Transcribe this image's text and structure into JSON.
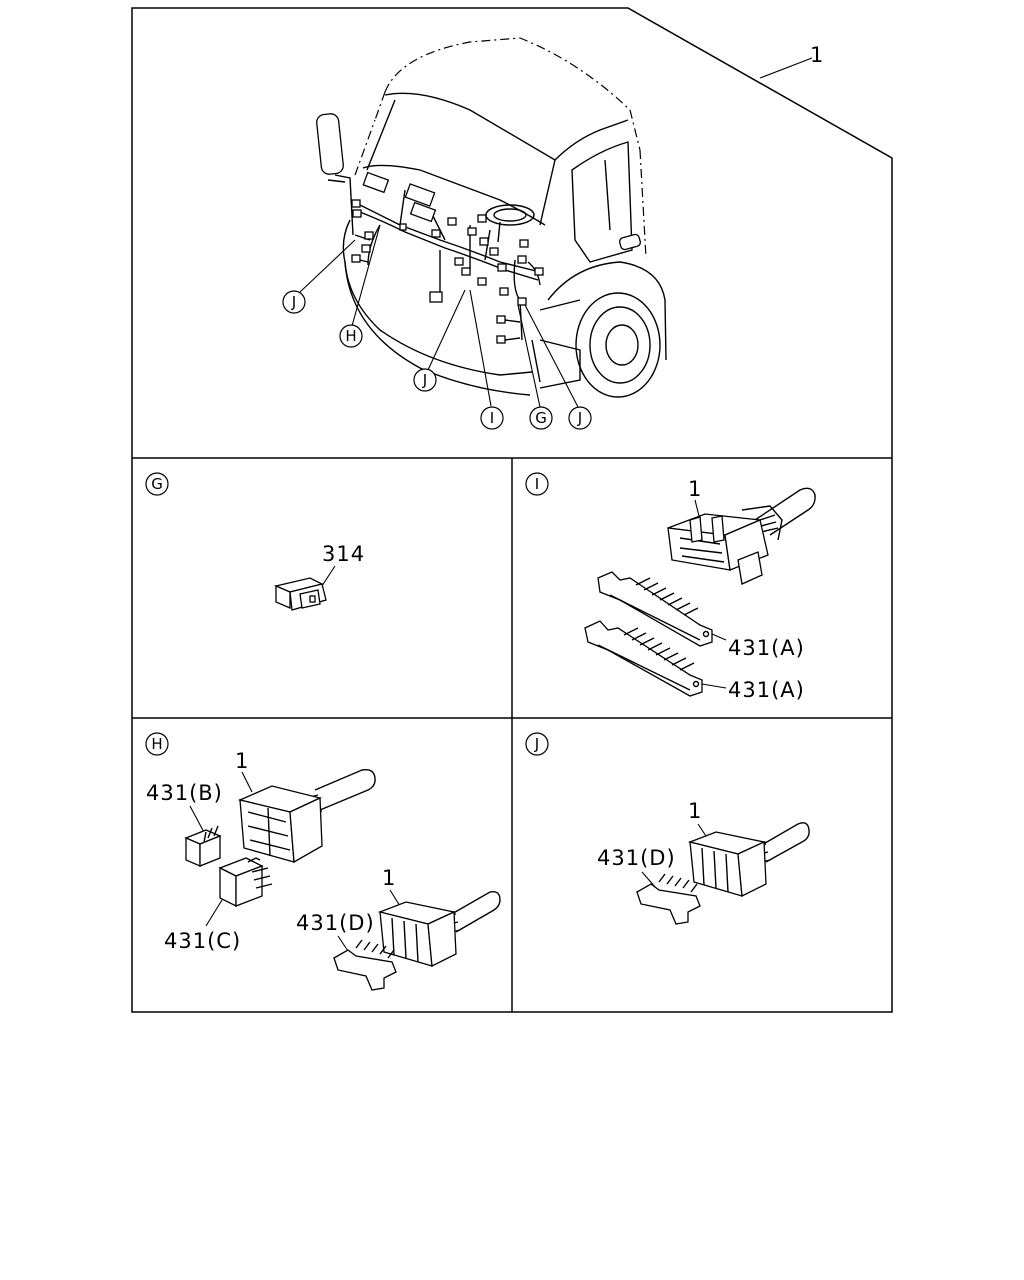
{
  "figure": {
    "main_part_number": "1",
    "callouts": {
      "j_left": "J",
      "h": "H",
      "j_center": "J",
      "i": "I",
      "g": "G",
      "j_right": "J"
    },
    "panels": {
      "g": {
        "letter": "G",
        "part_label": "314"
      },
      "i": {
        "letter": "I",
        "part_label": "1",
        "terminal_label_1": "431(A)",
        "terminal_label_2": "431(A)"
      },
      "h": {
        "letter": "H",
        "connector_label_1": "1",
        "connector_label_2": "1",
        "label_b": "431(B)",
        "label_c": "431(C)",
        "label_d": "431(D)"
      },
      "j": {
        "letter": "J",
        "connector_label": "1",
        "label_d": "431(D)"
      }
    }
  }
}
